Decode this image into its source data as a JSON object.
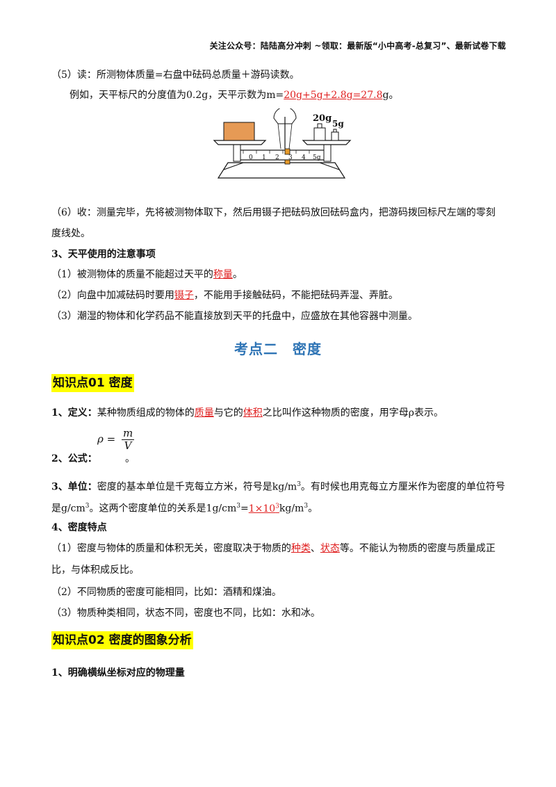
{
  "header": "关注公众号：陆陆高分冲刺 ~领取：最新版“小中高考-总复习”、最新试卷下载",
  "s5": {
    "text": "（5）读：所测物体质量=右盘中砝码总质量＋游码读数。",
    "example_pre": "例如，天平标尺的分度值为0.2g，天平示数为m=",
    "example_red": "20g+5g+2.8g=27.8",
    "example_post": "g。"
  },
  "balance": {
    "weight_big": "20g",
    "weight_small": "5g",
    "scale_labels": [
      "0",
      "1",
      "2",
      "3",
      "4",
      "5g"
    ]
  },
  "s6": {
    "line1": "（6）收：测量完毕，先将被测物体取下，然后用镊子把砝码放回砝码盒内，把游码拨回标尺左端的零刻",
    "line2": "度线处。"
  },
  "notes": {
    "title": "3、天平使用的注意事项",
    "n1_pre": "（1）被测物体的质量不能超过天平的",
    "n1_red": "称量",
    "n1_post": "。",
    "n2_pre": "（2）向盘中加减砝码时要用",
    "n2_red": "镊子",
    "n2_post": "，不能用手接触砝码，不能把砝码弄湿、弄脏。",
    "n3": "（3）潮湿的物体和化学药品不能直接放到天平的托盘中，应盛放在其他容器中测量。"
  },
  "section_title": "考点二　密度",
  "kp1": {
    "title": "知识点01  密度",
    "def_label": "1、定义：",
    "def_pre": "某种物质组成的物体的",
    "def_red1": "质量",
    "def_mid": "与它的",
    "def_red2": "体积",
    "def_post": "之比叫作这种物质的密度，用字母ρ表示。",
    "formula_lhs": "ρ =",
    "formula_num": "m",
    "formula_den": "V",
    "formula_label": "2、公式：",
    "formula_end": "。",
    "unit_label": "3、单位：",
    "unit_line1_pre": "密度的基本单位是千克每立方米，符号是kg/m",
    "unit_line1_sup": "3",
    "unit_line1_post": "。有时候也用克每立方厘米作为密度的单位符号",
    "unit_line2_pre": "是g/cm",
    "unit_line2_sup": "3",
    "unit_line2_mid": "。这两个密度单位的关系是1g/cm",
    "unit_line2_sup2": "3",
    "unit_line2_eq": "=",
    "unit_line2_red": "1×10",
    "unit_line2_red_sup": "3",
    "unit_line2_post": "kg/m",
    "unit_line2_sup3": "3",
    "unit_line2_end": "。",
    "feat_title": "4、密度特点",
    "f1_pre": "（1）密度与物体的质量和体积无关，密度取决于物质的",
    "f1_red1": "种类",
    "f1_sep": "、",
    "f1_red2": "状态",
    "f1_post": "等。不能认为物质的密度与质量成正",
    "f1_line2": "比，与体积成反比。",
    "f2": "（2）不同物质的密度可能相同，比如：酒精和煤油。",
    "f3": "（3）物质种类相同，状态不同，密度也不同，比如：水和冰。"
  },
  "kp2": {
    "title": "知识点02  密度的图象分析",
    "item1": "1、明确横纵坐标对应的物理量"
  }
}
